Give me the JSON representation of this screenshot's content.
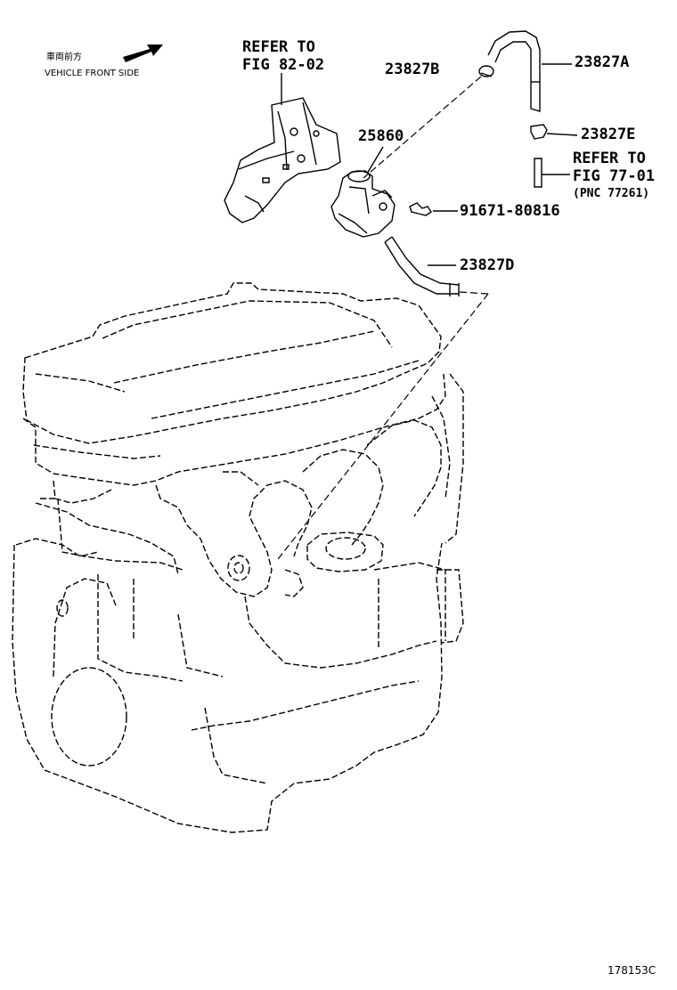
{
  "orientation": {
    "jp_text": "車両前方",
    "en_text": "VEHICLE FRONT SIDE"
  },
  "references": [
    {
      "line1": "REFER TO",
      "line2": "FIG 82-02"
    },
    {
      "line1": "REFER TO",
      "line2": "FIG 77-01",
      "line3": "(PNC 77261)"
    }
  ],
  "parts": {
    "p23827B": "23827B",
    "p23827A": "23827A",
    "p25860": "25860",
    "p23827E": "23827E",
    "p91671": "91671-80816",
    "p23827D": "23827D"
  },
  "figure_id": "178153C"
}
